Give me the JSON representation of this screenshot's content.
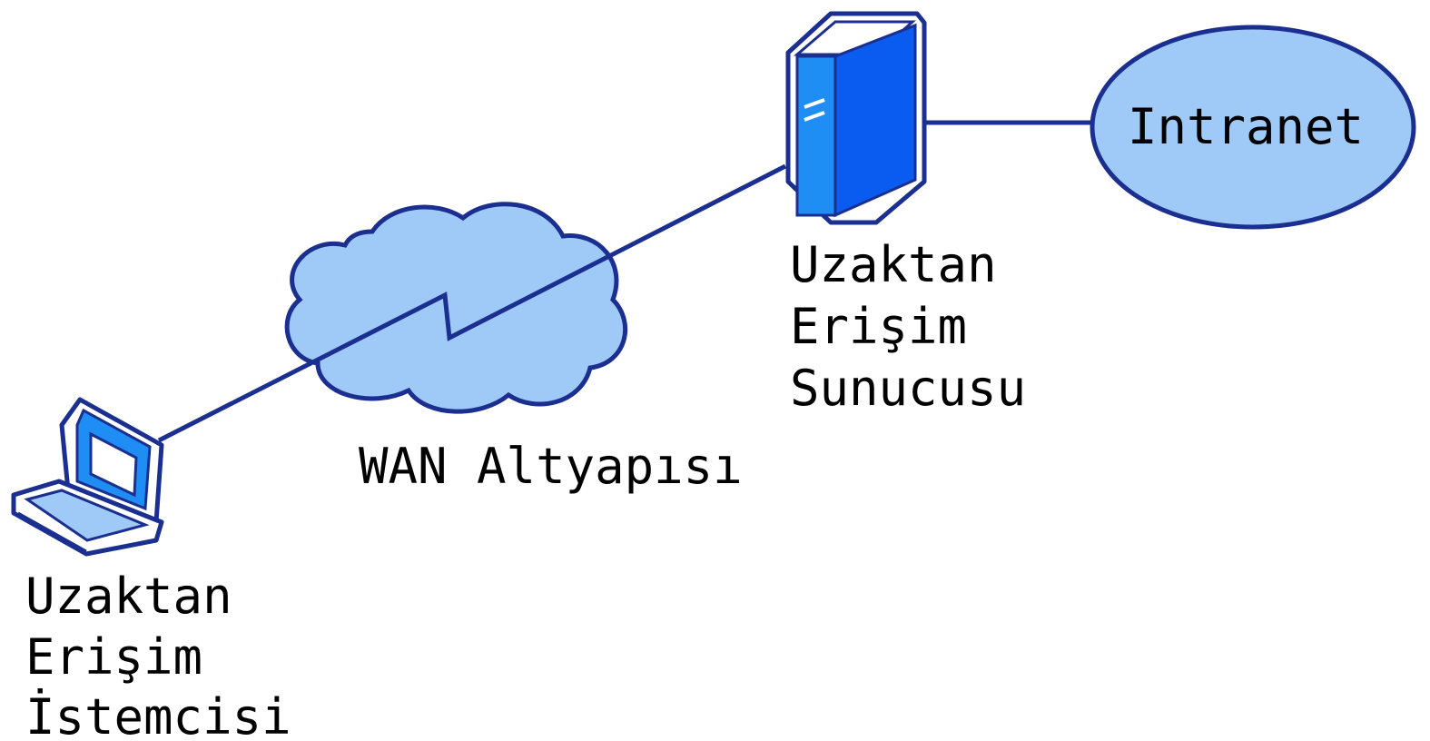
{
  "nodes": {
    "client": {
      "label_lines": [
        "Uzaktan",
        "Erişim",
        "İstemcisi"
      ],
      "icon": "laptop-icon"
    },
    "wan": {
      "label": "WAN Altyapısı",
      "icon": "cloud-icon"
    },
    "server": {
      "label_lines": [
        "Uzaktan",
        "Erişim",
        "Sunucusu"
      ],
      "icon": "server-icon"
    },
    "intranet": {
      "label": "Intranet",
      "icon": "ellipse-shape"
    }
  },
  "connections": [
    {
      "from": "client",
      "to": "server",
      "via": "wan",
      "style": "lightning"
    },
    {
      "from": "server",
      "to": "intranet",
      "style": "straight"
    }
  ],
  "colors": {
    "line": "#1a2f8f",
    "light_fill": "#99c8f8",
    "accent_blue": "#0a5cf0",
    "background": "#ffffff"
  }
}
